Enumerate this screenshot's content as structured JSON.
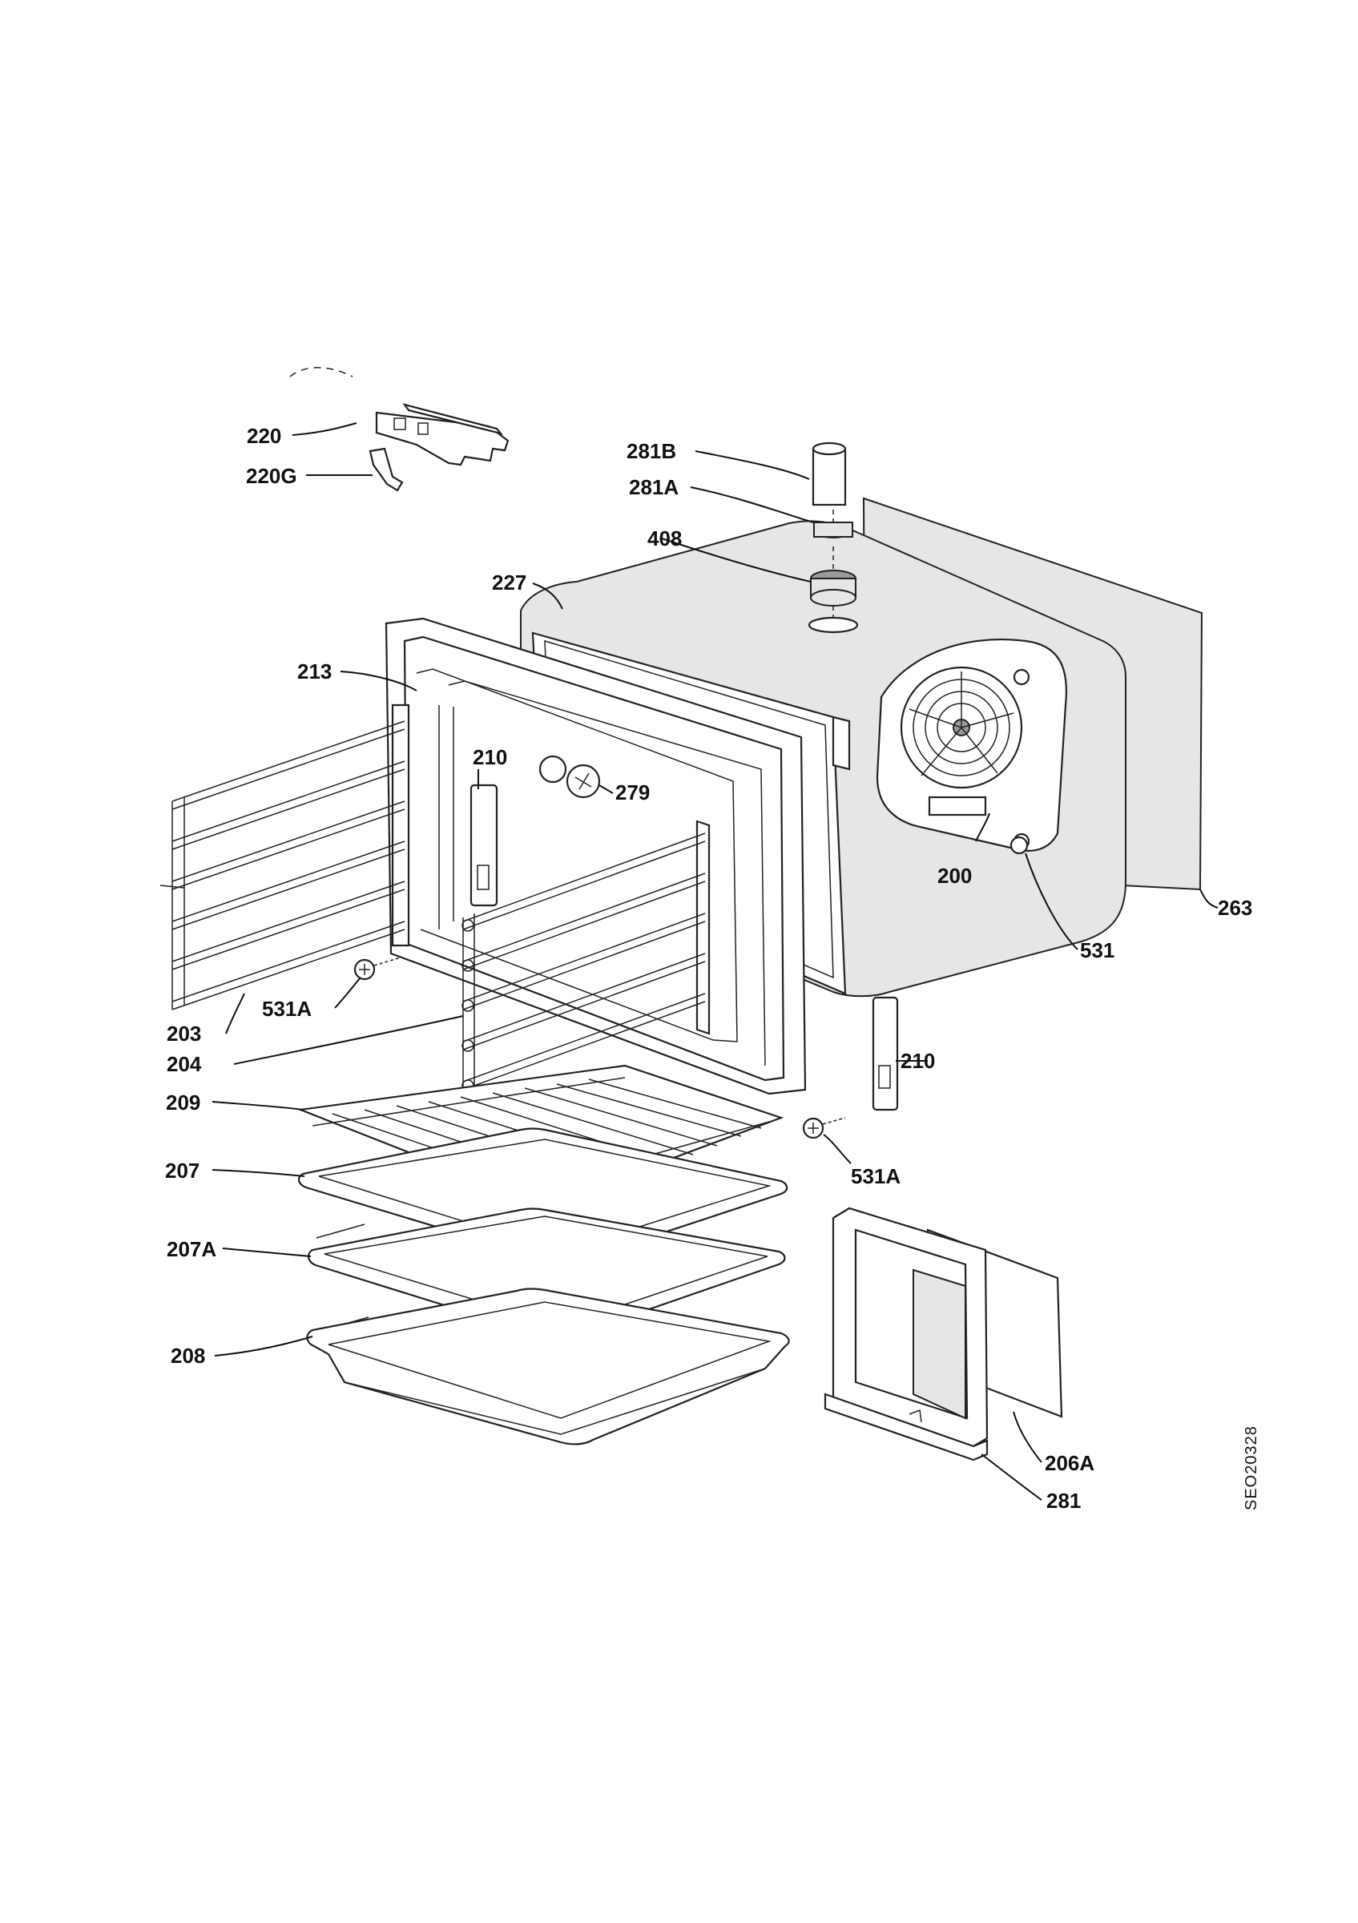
{
  "labels": {
    "l220": "220",
    "l220G": "220G",
    "l281B": "281B",
    "l281A": "281A",
    "l408": "408",
    "l227": "227",
    "l213": "213",
    "l210a": "210",
    "l279": "279",
    "l200": "200",
    "l263": "263",
    "l531": "531",
    "l531Aa": "531A",
    "l203": "203",
    "l204": "204",
    "l210b": "210",
    "l209": "209",
    "l531Ab": "531A",
    "l207": "207",
    "l207A": "207A",
    "l208": "208",
    "l206A": "206A",
    "l281": "281"
  },
  "drawing_code": "SEO20328"
}
